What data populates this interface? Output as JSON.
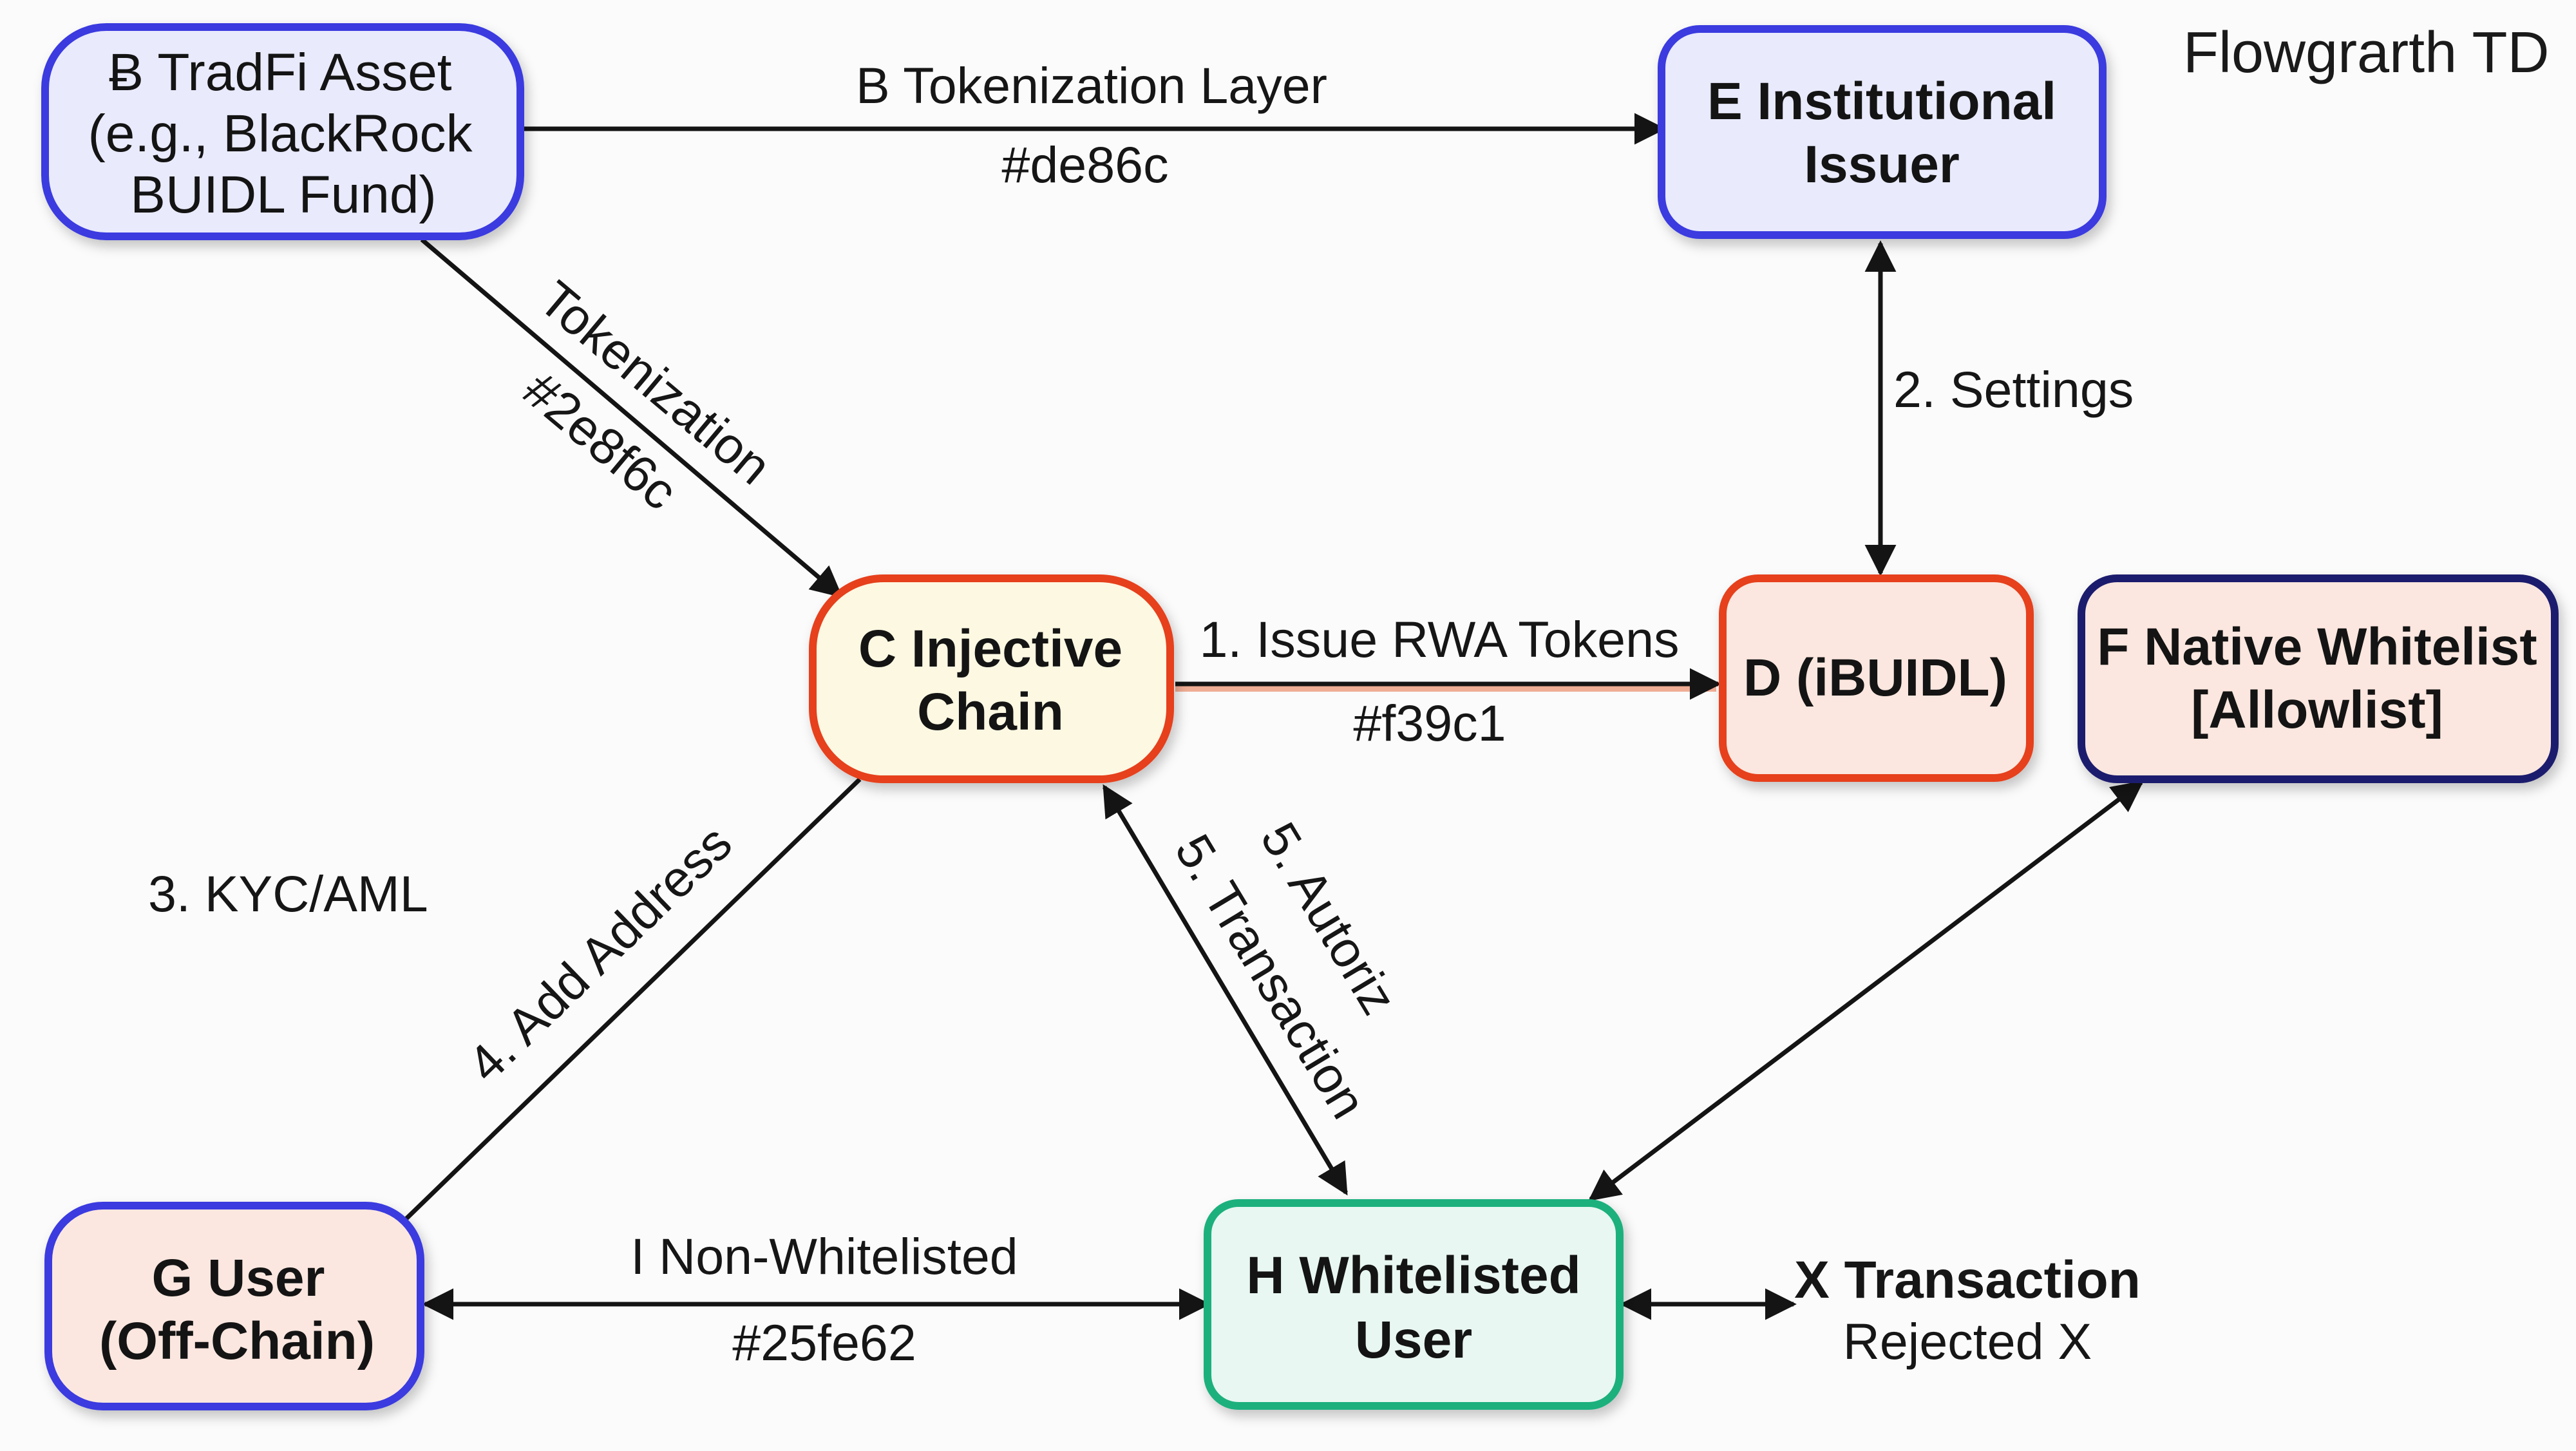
{
  "title": "Flowgrarth TD",
  "colors": {
    "purple_border": "#3a3ae0",
    "purple_fill": "#e9eafc",
    "red_border": "#e6401e",
    "yellow_fill": "#fdf8e2",
    "peach_fill": "#fbe7df",
    "navy_border": "#1c1c6e",
    "teal_border": "#1fb07d",
    "teal_fill": "#e8f7f1"
  },
  "nodes": {
    "a": {
      "lines": [
        "Ƀ TradFi Asset",
        "(e.g., BlackRock",
        "BUIDL Fund)"
      ]
    },
    "e": {
      "lines": [
        "E Institutional",
        "Issuer"
      ]
    },
    "c": {
      "lines": [
        "C Injective",
        "Chain"
      ]
    },
    "d": {
      "lines": [
        "D (iBUIDL)"
      ]
    },
    "f": {
      "lines": [
        "F Native Whitelist",
        "[Allowlist]"
      ]
    },
    "g": {
      "lines": [
        "G User",
        "(Off-Chain)"
      ]
    },
    "h": {
      "lines": [
        "H Whitelisted",
        "User"
      ]
    }
  },
  "edges": {
    "a_e": {
      "label": "B Tokenization Layer",
      "sub": "#de86c"
    },
    "a_c": {
      "label": "Tokenization",
      "sub": "#2e8f6c"
    },
    "c_d": {
      "label": "1. Issue RWA Tokens",
      "sub": "#f39c1"
    },
    "e_d": {
      "label": "2. Settings"
    },
    "g_c": {
      "label": "4. Add Address"
    },
    "c_h": {
      "label1": "5. Transaction",
      "label2": "5. Autoriz"
    },
    "g_h": {
      "label": "I Non-Whitelisted",
      "sub": "#25fe62"
    },
    "h_x": {
      "label": "X Transaction",
      "label2": "Rejected X"
    }
  },
  "free_text": {
    "kyc": "3. KYC/AML"
  }
}
